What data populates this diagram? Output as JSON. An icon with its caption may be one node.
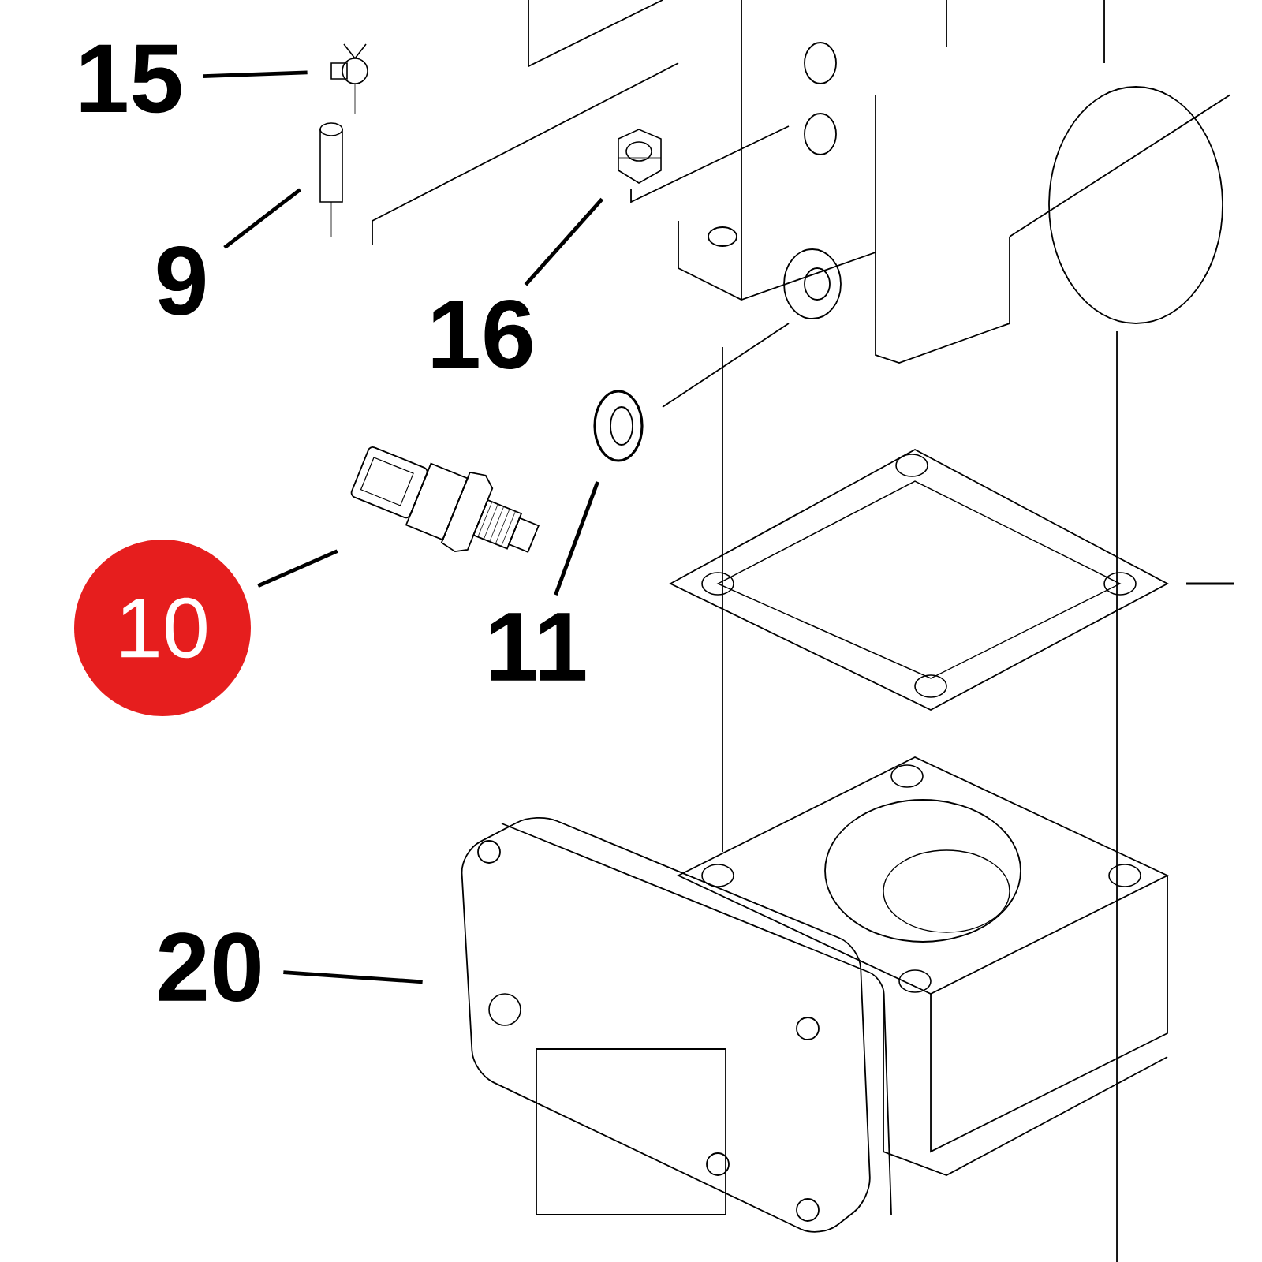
{
  "diagram": {
    "nodes": [
      {
        "text": [
          "15"
        ]
      },
      {
        "text": [],
        "shape": "picture"
      },
      {
        "text": [
          "9"
        ]
      },
      {
        "text": [],
        "shape": "picture"
      },
      {
        "text": [
          "16"
        ]
      },
      {
        "text": [],
        "shape": "picture"
      },
      {
        "text": [
          "10"
        ]
      },
      {
        "text": [],
        "shape": "picture"
      },
      {
        "text": [
          "11"
        ]
      },
      {
        "text": [],
        "shape": "picture"
      },
      {
        "text": [
          "20"
        ]
      },
      {
        "text": [],
        "shape": "picture"
      }
    ],
    "edges": [
      {
        "from": 0,
        "to": 1,
        "arrow": "none"
      },
      {
        "from": 2,
        "to": 3,
        "arrow": "none"
      },
      {
        "from": 4,
        "to": 5,
        "arrow": "none"
      },
      {
        "from": 6,
        "to": 7,
        "arrow": "none"
      },
      {
        "from": 8,
        "to": 9,
        "arrow": "none"
      },
      {
        "from": 10,
        "to": 11,
        "arrow": "none"
      }
    ]
  }
}
